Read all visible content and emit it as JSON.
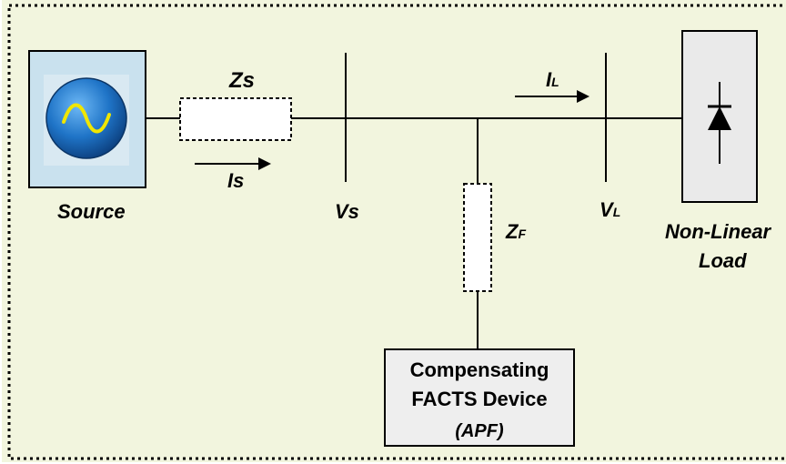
{
  "colors": {
    "background": "#f2f5de",
    "border": "#000000",
    "source_box": "#c9e1ee",
    "load_box": "#eaeaea",
    "compensator_box": "#eeeeee",
    "sine_wave": "#f0e600",
    "globe": "#1f74c7"
  },
  "labels": {
    "source": "Source",
    "zs": "Zs",
    "is": "Is",
    "vs": "Vs",
    "il_main": "I",
    "il_sub": "L",
    "vl_main": "V",
    "vl_sub": "L",
    "zf_main": "Z",
    "zf_sub": "F",
    "load_line1": "Non-Linear",
    "load_line2": "Load"
  },
  "compensator": {
    "line1": "Compensating",
    "line2": "FACTS Device",
    "line3": "(APF)"
  },
  "icons": {
    "source": "ac-sine-source-icon",
    "load": "diode-icon"
  }
}
